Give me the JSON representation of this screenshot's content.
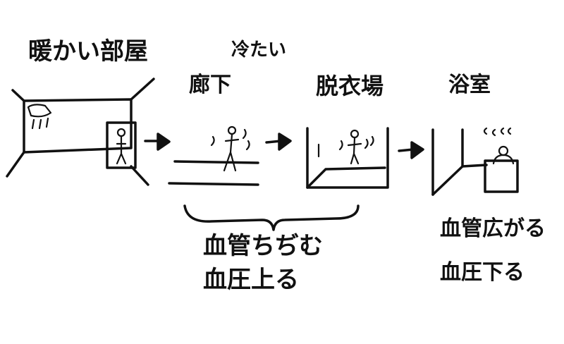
{
  "title_warm_room": "暖かい部屋",
  "title_cold": "冷たい",
  "title_corridor": "廊下",
  "title_changing_room": "脱衣場",
  "title_bathroom": "浴室",
  "note_cold_line1": "血管ちぢむ",
  "note_cold_line2": "血圧上る",
  "note_bath_line1": "血管広がる",
  "note_bath_line2": "血圧下る",
  "colors": {
    "ink": "#111111",
    "paper": "#ffffff"
  }
}
